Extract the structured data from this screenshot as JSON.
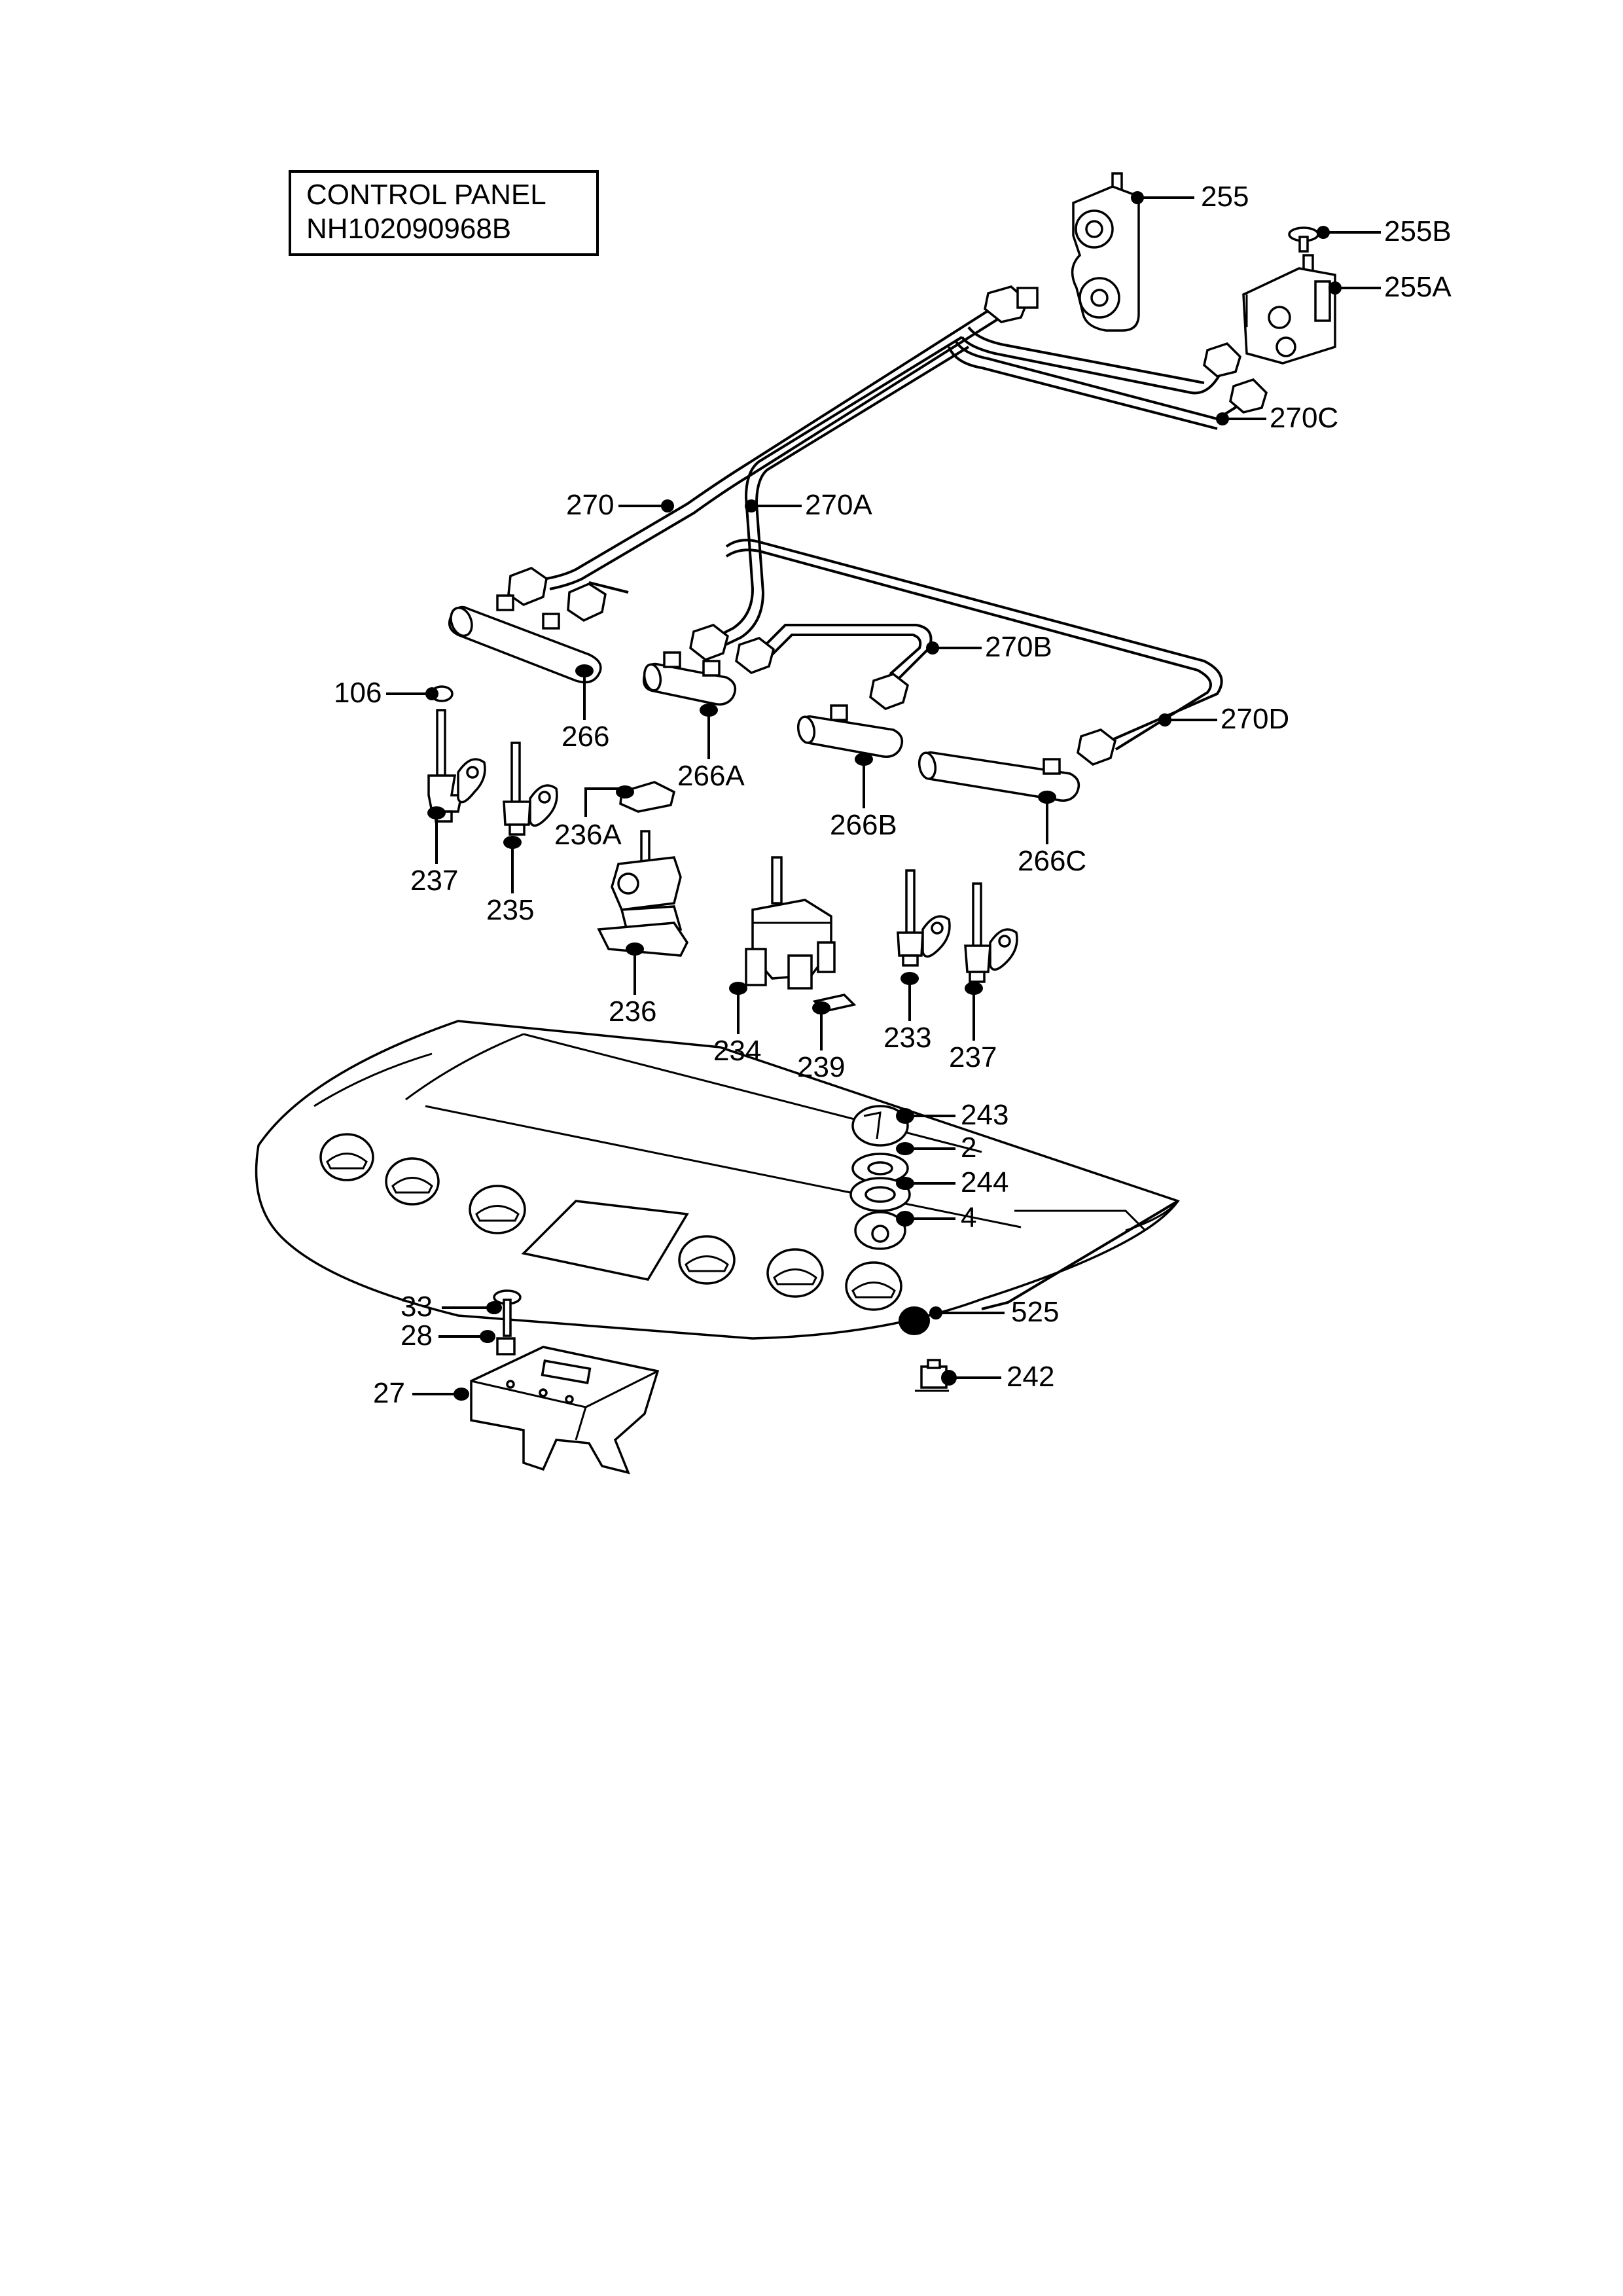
{
  "title_box": {
    "line1": "CONTROL PANEL",
    "line2": "NH102090968B"
  },
  "callouts": {
    "c255": "255",
    "c255B": "255B",
    "c255A": "255A",
    "c270C": "270C",
    "c270": "270",
    "c270A": "270A",
    "c270B": "270B",
    "c270D": "270D",
    "c106": "106",
    "c266": "266",
    "c266A": "266A",
    "c266B": "266B",
    "c266C": "266C",
    "c236A": "236A",
    "c237a": "237",
    "c235": "235",
    "c236": "236",
    "c234": "234",
    "c239": "239",
    "c233": "233",
    "c237b": "237",
    "c243": "243",
    "c2": "2",
    "c244": "244",
    "c4": "4",
    "c525": "525",
    "c242": "242",
    "c33": "33",
    "c28": "28",
    "c27": "27"
  }
}
